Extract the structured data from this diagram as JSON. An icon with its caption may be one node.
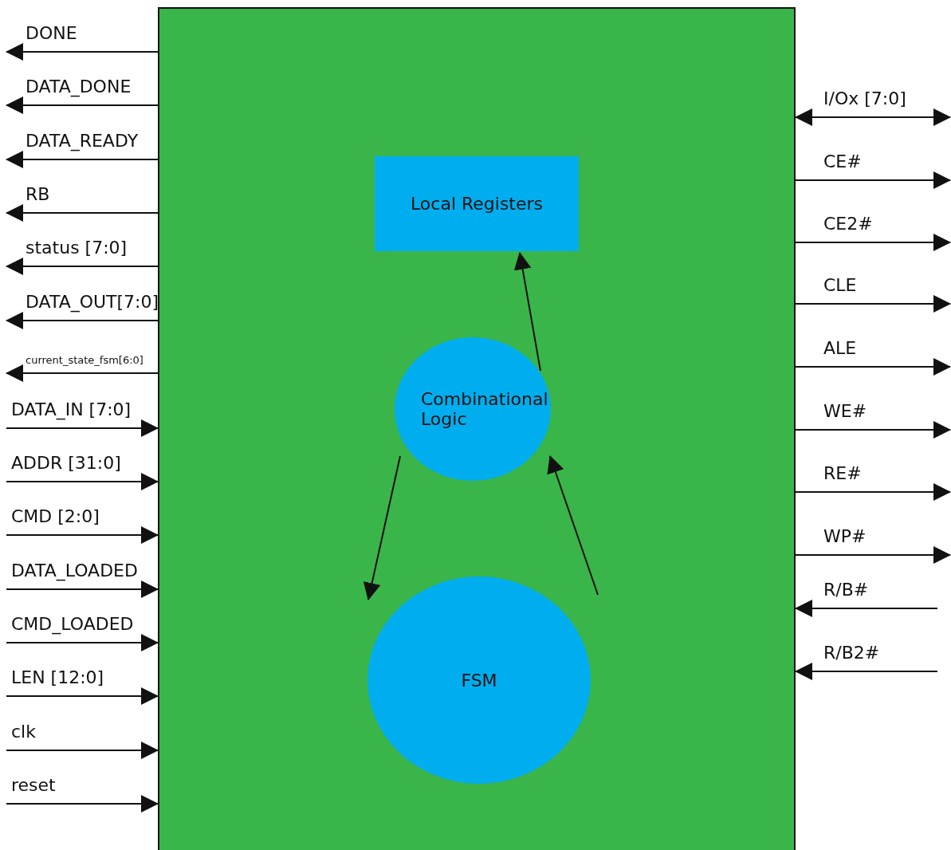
{
  "diagram": {
    "nodes": [
      {
        "text": [],
        "shape": "box"
      },
      {
        "text": [
          "Local Registers"
        ],
        "in": 0
      },
      {
        "text": [
          "Combinational Logic"
        ],
        "in": 0
      },
      {
        "text": [
          "FSM"
        ],
        "in": 0
      }
    ],
    "edges": [
      {
        "from": 0,
        "to": null,
        "arrow": "to",
        "label": "DONE"
      },
      {
        "from": 0,
        "to": null,
        "arrow": "to",
        "label": "DATA_DONE"
      },
      {
        "from": 0,
        "to": null,
        "arrow": "to",
        "label": "DATA_READY"
      },
      {
        "from": 0,
        "to": null,
        "arrow": "to",
        "label": "RB"
      },
      {
        "from": 0,
        "to": null,
        "arrow": "to",
        "label": "status [7:0]"
      },
      {
        "from": 0,
        "to": null,
        "arrow": "to",
        "label": "DATA_OUT[7:0]"
      },
      {
        "from": 0,
        "to": null,
        "arrow": "to",
        "label": "current_state_fsm[6:0]"
      },
      {
        "from": null,
        "to": 0,
        "arrow": "to",
        "label": "DATA_IN [7:0]"
      },
      {
        "from": null,
        "to": 0,
        "arrow": "to",
        "label": "ADDR [31:0]"
      },
      {
        "from": null,
        "to": 0,
        "arrow": "to",
        "label": "CMD [2:0]"
      },
      {
        "from": null,
        "to": 0,
        "arrow": "to",
        "label": "DATA_LOADED"
      },
      {
        "from": null,
        "to": 0,
        "arrow": "to",
        "label": "CMD_LOADED"
      },
      {
        "from": null,
        "to": 0,
        "arrow": "to",
        "label": "LEN [12:0]"
      },
      {
        "from": null,
        "to": 0,
        "arrow": "to",
        "label": "clk"
      },
      {
        "from": null,
        "to": 0,
        "arrow": "to",
        "label": "reset"
      },
      {
        "from": 0,
        "to": null,
        "arrow": "both",
        "label": "I/Ox [7:0]"
      },
      {
        "from": 0,
        "to": null,
        "arrow": "to",
        "label": "CE#"
      },
      {
        "from": 0,
        "to": null,
        "arrow": "to",
        "label": "CE2#"
      },
      {
        "from": 0,
        "to": null,
        "arrow": "to",
        "label": "CLE"
      },
      {
        "from": 0,
        "to": null,
        "arrow": "to",
        "label": "ALE"
      },
      {
        "from": 0,
        "to": null,
        "arrow": "to",
        "label": "WE#"
      },
      {
        "from": 0,
        "to": null,
        "arrow": "to",
        "label": "RE#"
      },
      {
        "from": 0,
        "to": null,
        "arrow": "to",
        "label": "WP#"
      },
      {
        "from": null,
        "to": 0,
        "arrow": "to",
        "label": "R/B#"
      },
      {
        "from": null,
        "to": 0,
        "arrow": "to",
        "label": "R/B2#"
      },
      {
        "from": 2,
        "to": 1,
        "arrow": "to"
      },
      {
        "from": 2,
        "to": 3,
        "arrow": "to"
      },
      {
        "from": 3,
        "to": 2,
        "arrow": "to"
      }
    ]
  }
}
